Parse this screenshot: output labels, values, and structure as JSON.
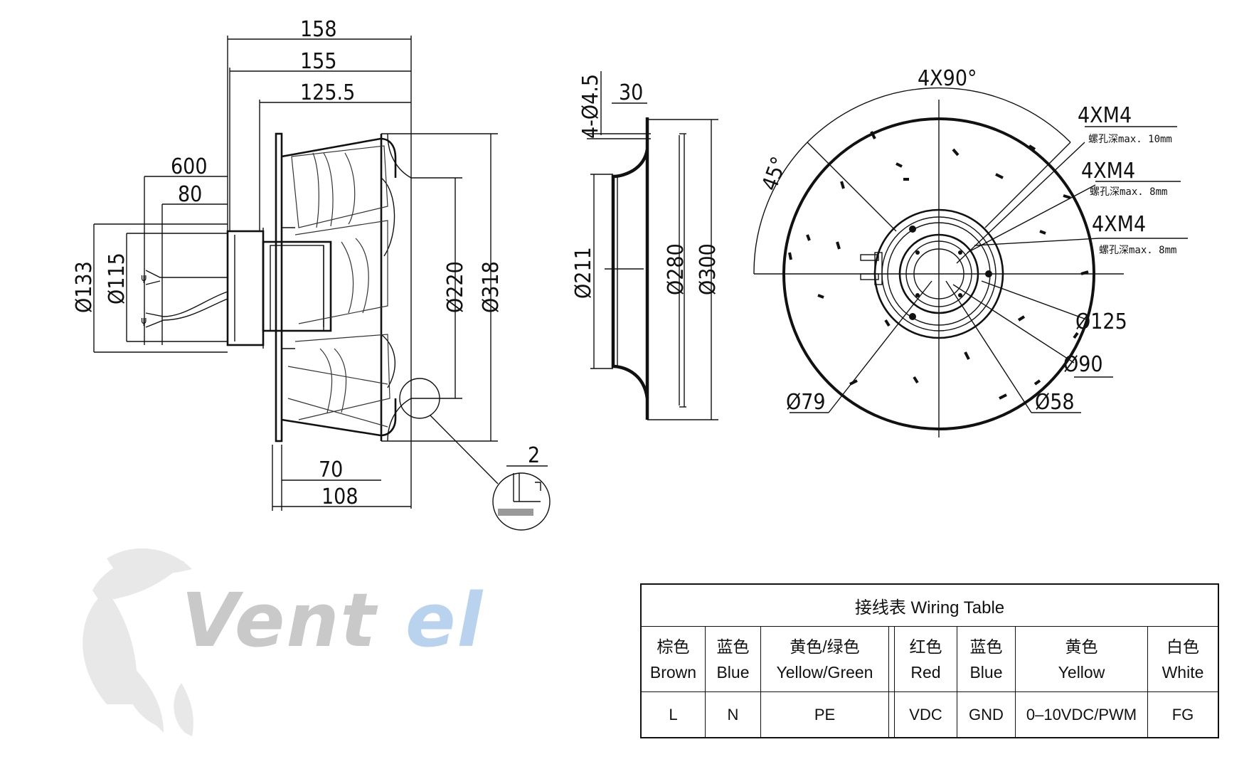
{
  "side_view": {
    "dims": {
      "overall_158": "158",
      "overall_155": "155",
      "overall_125_5": "125.5",
      "cable_600": "600",
      "cable_80": "80",
      "dia_133": "Ø133",
      "dia_115": "Ø115",
      "dia_220": "Ø220",
      "dia_318": "Ø318",
      "len_70": "70",
      "len_108": "108",
      "detail_2": "2"
    }
  },
  "inlet_view": {
    "dims": {
      "holes": "4-Ø4.5",
      "depth_30": "30",
      "dia_211": "Ø211",
      "dia_280": "Ø280",
      "dia_300": "Ø300"
    }
  },
  "front_view": {
    "dims": {
      "angle_4x90": "4X90°",
      "angle_45": "45°",
      "m4_a": "4XM4",
      "m4_a_note": "螺孔深max. 10mm",
      "m4_b": "4XM4",
      "m4_b_note": "螺孔深max. 8mm",
      "m4_c": "4XM4",
      "m4_c_note": "螺孔深max. 8mm",
      "dia_125": "Ø125",
      "dia_90": "Ø90",
      "dia_58": "Ø58",
      "dia_79": "Ø79"
    }
  },
  "logo": {
    "text_grey": "Vent",
    "text_blue": "el",
    "color_grey": "#c9c9c9",
    "color_blue": "#b9d3ee"
  },
  "wiring_table": {
    "title": "接线表  Wiring Table",
    "columns": [
      {
        "cn": "棕色",
        "en": "Brown",
        "value": "L"
      },
      {
        "cn": "蓝色",
        "en": "Blue",
        "value": "N"
      },
      {
        "cn": "黄色/绿色",
        "en": "Yellow/Green",
        "value": "PE"
      },
      {
        "cn": "红色",
        "en": "Red",
        "value": "VDC"
      },
      {
        "cn": "蓝色",
        "en": "Blue",
        "value": "GND"
      },
      {
        "cn": "黄色",
        "en": "Yellow",
        "value": "0–10VDC/PWM"
      },
      {
        "cn": "白色",
        "en": "White",
        "value": "FG"
      }
    ]
  }
}
